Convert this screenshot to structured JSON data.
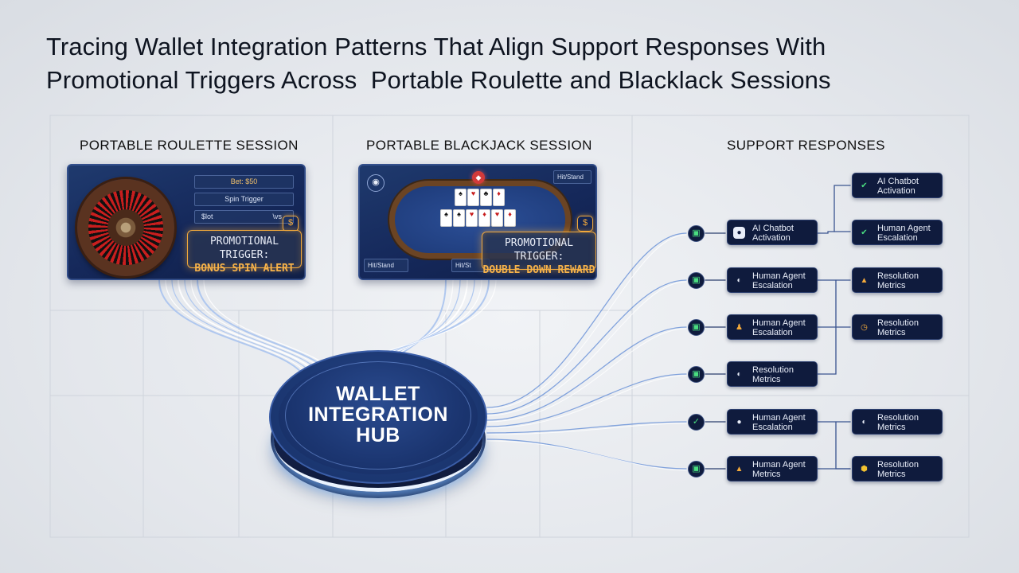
{
  "title": {
    "line1": "Tracing Wallet Integration Patterns That Align Support Responses With",
    "line2": "Promotional Triggers Across  Portable Roulette and Blacklack Sessions"
  },
  "columns": {
    "roulette": "PORTABLE ROULETTE SESSION",
    "blackjack": "PORTABLE BLACKJACK SESSION",
    "support": "SUPPORT RESPONSES"
  },
  "roulette_card": {
    "bet": "Bet: $50",
    "spin_trigger": "Spin Trigger",
    "slot_left": "$lot",
    "slot_right": "\\vs",
    "promo_line1": "PROMOTIONAL TRIGGER:",
    "promo_line2": "BONUS SPIN ALERT"
  },
  "blackjack_card": {
    "top_right": "Hit/Stand",
    "bottom_left": "Hit/Stand",
    "bottom_mid": "Hit/St",
    "promo_line1": "PROMOTIONAL TRIGGER:",
    "promo_line2": "DOUBLE DOWN REWARD"
  },
  "hub": {
    "line1": "WALLET",
    "line2": "INTEGRATION",
    "line3": "HUB"
  },
  "support_nodes": [
    {
      "line1": "AI Chatbot",
      "line2": "Activation",
      "icon": "chat-bubble-icon"
    },
    {
      "line1": "Human Agent",
      "line2": "Escalation",
      "icon": "chat-icon"
    },
    {
      "line1": "Human Agent",
      "line2": "Escalation",
      "icon": "agents-icon"
    },
    {
      "line1": "Resolution",
      "line2": "Metrics",
      "icon": "chat-icon"
    },
    {
      "line1": "Human Agent",
      "line2": "Escalation",
      "icon": "chat-bubble-icon"
    },
    {
      "line1": "Human Agent",
      "line2": "Metrics",
      "icon": "badge-icon"
    }
  ],
  "outcome_nodes": [
    {
      "line1": "AI Chatbot",
      "line2": "Activation",
      "icon": "chat-check-icon"
    },
    {
      "line1": "Human Agent",
      "line2": "Escalation",
      "icon": "chat-check-icon"
    },
    {
      "line1": "Resolution",
      "line2": "Metrics",
      "icon": "warning-icon"
    },
    {
      "line1": "Resolution",
      "line2": "Metrics",
      "icon": "clock-icon"
    },
    {
      "line1": "Resolution",
      "line2": "Metrics",
      "icon": "chat-icon"
    },
    {
      "line1": "Resolution",
      "line2": "Metrics",
      "icon": "shield-icon"
    }
  ],
  "colors": {
    "navy": "#0f1b3d",
    "accent_orange": "#f2a93b",
    "flow_line": "#6d94d8",
    "check_green": "#4ade80"
  }
}
